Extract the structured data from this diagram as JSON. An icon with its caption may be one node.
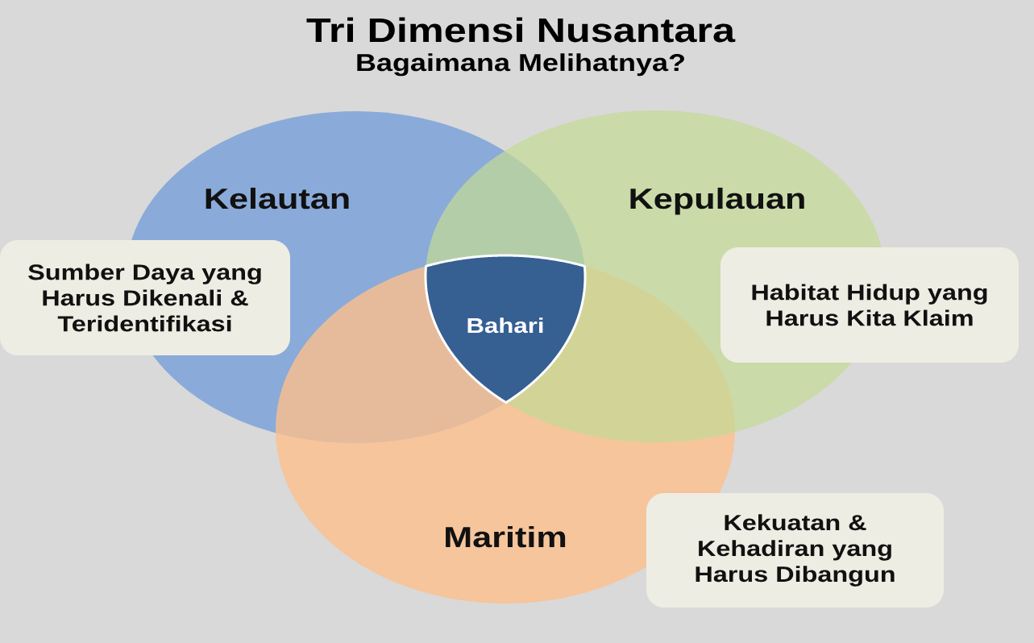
{
  "diagram": {
    "title": "Tri Dimensi Nusantara",
    "nodes": [
      {
        "text": [
          "Kelautan"
        ]
      },
      {
        "text": [
          "Kepulauan"
        ]
      },
      {
        "text": [
          "Maritim"
        ]
      },
      {
        "text": [
          "Bahari"
        ]
      },
      {
        "text": [
          "Sumber Daya yang Harus Dikenali & Teridentifikasi"
        ]
      },
      {
        "text": [
          "Habitat Hidup yang Harus Kita Klaim"
        ]
      },
      {
        "text": [
          "Kekuatan & Kehadiran yang Harus Dibangun"
        ]
      }
    ],
    "labels": [
      "Bagaimana Melihatnya?"
    ]
  }
}
